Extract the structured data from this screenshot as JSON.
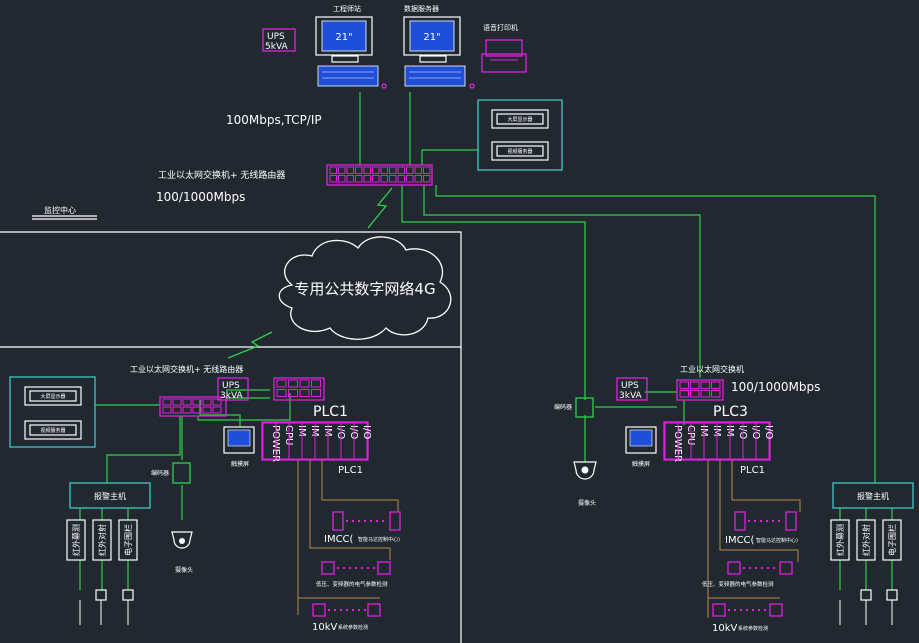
{
  "top": {
    "workstation_label": "工程师站",
    "server_label": "数据服务器",
    "printer_label": "语音打印机",
    "monitor_size_1": "21\"",
    "monitor_size_2": "21\"",
    "ups_top_l1": "UPS",
    "ups_top_l2": "5kVA",
    "net_speed": "100Mbps,TCP/IP",
    "switch_label": "工业以太网交换机+ 无线路由器",
    "switch_speed": "100/1000Mbps",
    "control_center": "监控中心",
    "screen_1": "大屏显示器",
    "screen_2": "视频服务器"
  },
  "cloud": {
    "label": "专用公共数字网络4G"
  },
  "left": {
    "switch_label": "工业以太网交换机+ 无线路由器",
    "ups_l1": "UPS",
    "ups_l2": "3kVA",
    "plc_title": "PLC1",
    "plc_sub": "PLC1",
    "modules": [
      "POWER",
      "CPU",
      "IM",
      "IM",
      "IM",
      "I/O",
      "I/O",
      "I/O"
    ],
    "touch_label": "触摸屏",
    "encoder_label": "编码器",
    "camera_label": "摄像头",
    "alarm_host": "报警主机",
    "sensors": [
      "红外幕测",
      "红外对射",
      "电子围栏"
    ],
    "imcc": "IMCC(",
    "imcc_sub": "智能马达控制中心)",
    "lv_label": "低压、变频器的电气参数检测",
    "hv_label": "10kV",
    "hv_sub": "系统参数检测",
    "screen_1": "大屏显示器",
    "screen_2": "视频服务器"
  },
  "right": {
    "switch_label": "工业以太网交换机",
    "switch_speed": "100/1000Mbps",
    "ups_l1": "UPS",
    "ups_l2": "3kVA",
    "plc_title": "PLC3",
    "plc_sub": "PLC1",
    "modules": [
      "POWER",
      "CPU",
      "IM",
      "IM",
      "IM",
      "I/O",
      "I/O",
      "I/O"
    ],
    "touch_label": "触摸屏",
    "encoder_label": "编码器",
    "camera_label": "摄像头",
    "alarm_host": "报警主机",
    "sensors": [
      "红外幕测",
      "红外对射",
      "电子围栏"
    ],
    "imcc": "IMCC(",
    "imcc_sub": "智能马达控制中心)",
    "lv_label": "低压、变频器的电气参数检测",
    "hv_label": "10kV",
    "hv_sub": "系统参数检测"
  }
}
